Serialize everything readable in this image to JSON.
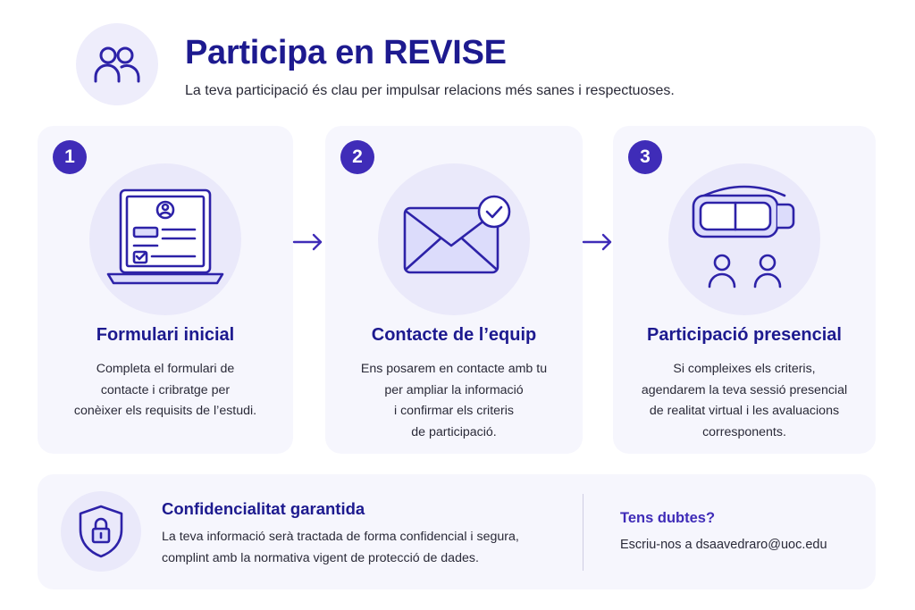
{
  "header": {
    "title": "Participa en REVISE",
    "subtitle": "La teva participació és clau per impulsar relacions més sanes i respectuoses.",
    "icon": "people-icon"
  },
  "steps": [
    {
      "number": "1",
      "title": "Formulari inicial",
      "icon": "laptop-form-icon",
      "description": [
        "Completa el formulari de",
        "contacte i cribratge per",
        "conèixer els requisits de l’estudi."
      ]
    },
    {
      "number": "2",
      "title": "Contacte de l’equip",
      "icon": "envelope-check-icon",
      "description": [
        "Ens posarem en contacte amb tu",
        "per ampliar la informació",
        "i confirmar els criteris",
        "de participació."
      ]
    },
    {
      "number": "3",
      "title": "Participació presencial",
      "icon": "vr-headset-icon",
      "description": [
        "Si compleixes els criteris,",
        "agendarem la teva sessió presencial",
        "de realitat virtual i les avaluacions",
        "corresponents."
      ]
    }
  ],
  "footer": {
    "confidentiality": {
      "title": "Confidencialitat garantida",
      "lines": [
        "La teva informació serà tractada de forma confidencial i segura,",
        "complint amb la normativa vigent de protecció de dades."
      ],
      "icon": "shield-lock-icon"
    },
    "help": {
      "title": "Tens dubtes?",
      "text": "Escriu-nos a dsaavedraro@uoc.edu"
    }
  },
  "colors": {
    "primary": "#1d1a8f",
    "accent": "#3f2cb8",
    "card_bg": "#f6f6fd",
    "icon_circle_bg": "#eae9fa",
    "icon_fill": "#dcdcfb"
  }
}
